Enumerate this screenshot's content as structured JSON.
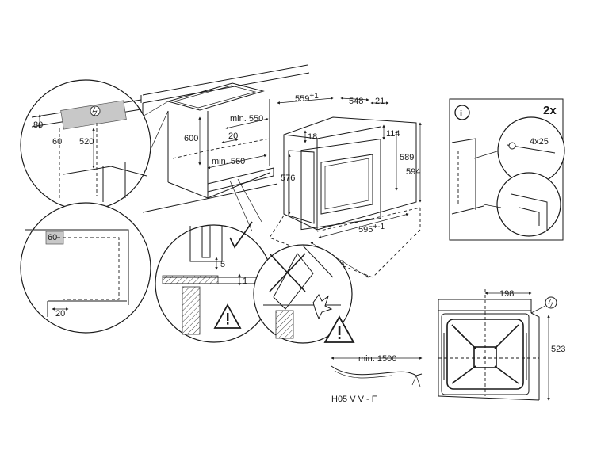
{
  "figure": {
    "cabinet": {
      "dims": {
        "d80": "80",
        "d60_top": "60",
        "d520": "520",
        "d600": "600",
        "min550": "min. 550",
        "d20_top": "20",
        "min560": "min. 560"
      }
    },
    "oven": {
      "dims": {
        "d559": "559",
        "d559_tol": "+1",
        "d548": "548",
        "d21": "21",
        "d18": "18",
        "d114": "114",
        "d576": "576",
        "d589": "589",
        "d594": "594",
        "d595": "595",
        "d595_tol": "+-1",
        "d453": "453"
      }
    },
    "side_detail": {
      "dims": {
        "d60": "60",
        "d20": "20"
      }
    },
    "fitting_detail": {
      "dims": {
        "d5": "5",
        "d1": "1"
      }
    },
    "cable": {
      "min_length": "min. 1500",
      "type": "H05 V V - F"
    },
    "screws": {
      "info_symbol": "i",
      "count": "2x",
      "size": "4x25"
    },
    "hob_plan": {
      "dims": {
        "d198": "198",
        "d523": "523"
      }
    }
  }
}
